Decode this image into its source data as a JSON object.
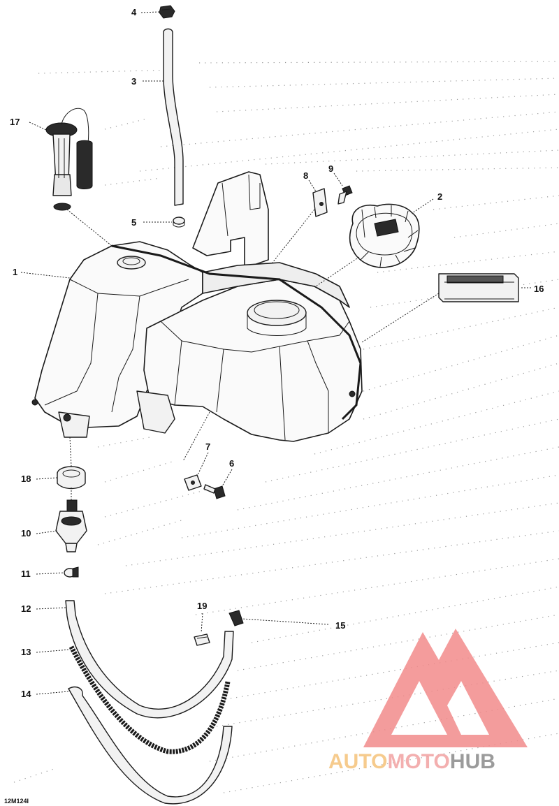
{
  "callouts": {
    "c1": "1",
    "c2": "2",
    "c3": "3",
    "c4": "4",
    "c5": "5",
    "c6": "6",
    "c7": "7",
    "c8": "8",
    "c9": "9",
    "c10": "10",
    "c11": "11",
    "c12": "12",
    "c13": "13",
    "c14": "14",
    "c15": "15",
    "c16": "16",
    "c17": "17",
    "c18": "18",
    "c19": "19"
  },
  "figure_ref": "12M124I",
  "watermark": {
    "part1": "AUTO",
    "part2": "MOTO",
    "part3": "HUB",
    "color_auto": "#f5c27a",
    "color_moto": "#f2a2a2",
    "color_hub": "#8a8a8a",
    "logo_color": "#f28b8b"
  }
}
